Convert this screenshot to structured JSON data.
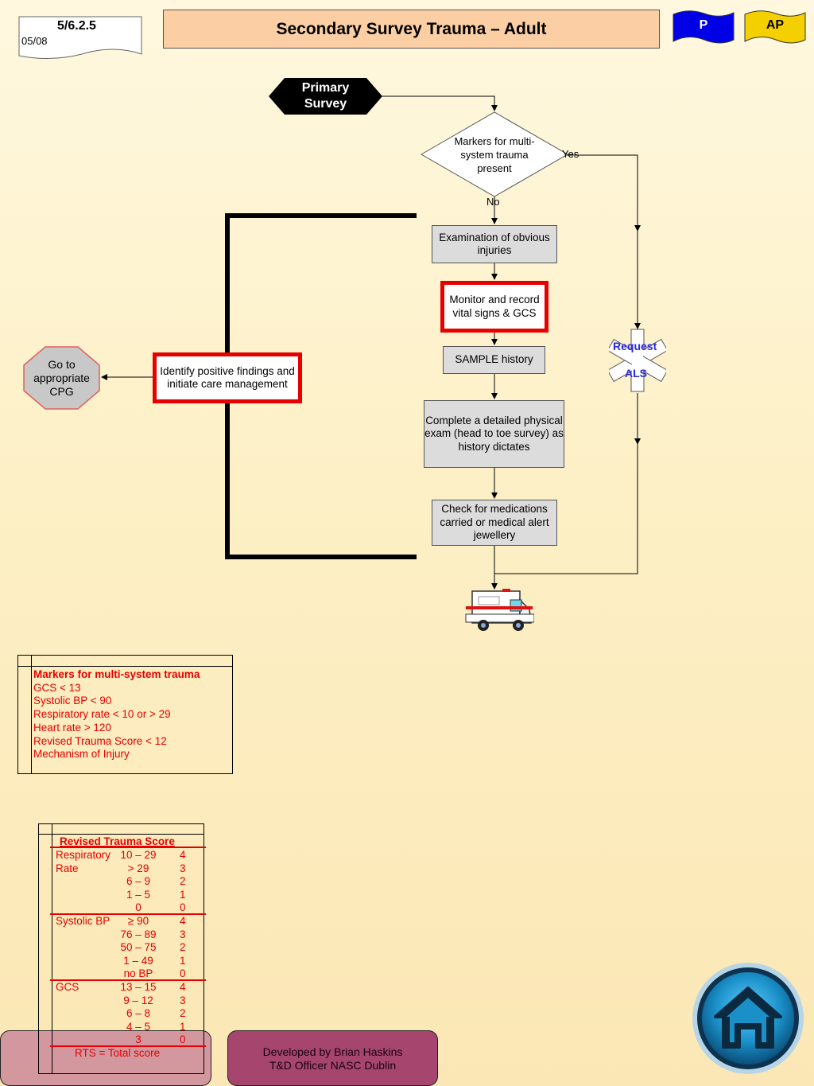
{
  "header": {
    "code": "5/6.2.5",
    "date": "05/08",
    "title": "Secondary Survey Trauma – Adult",
    "flag_p": "P",
    "flag_ap": "AP"
  },
  "colors": {
    "title_fill": "#fbcfa3",
    "flag_p": "#0000e6",
    "flag_ap": "#f5d000",
    "highlight_border": "#e60000",
    "process_fill": "#dcdcdc",
    "legend_text": "#e60000"
  },
  "flow": {
    "primary_survey": [
      "Primary",
      "Survey"
    ],
    "markers_decision": "Markers for multi-system trauma present",
    "yes": "Yes",
    "no": "No",
    "examination": "Examination of obvious injuries",
    "monitor": "Monitor and record vital signs & GCS",
    "sample": "SAMPLE history",
    "complete_exam": "Complete a detailed physical exam (head to toe survey) as history dictates",
    "check_meds": "Check for medications carried or medical alert jewellery",
    "identify": "Identify positive findings and initiate care management",
    "goto_cpg": "Go to appropriate CPG",
    "request": "Request",
    "als": "ALS"
  },
  "markers_legend": {
    "title": "Markers for multi-system trauma",
    "items": [
      "GCS < 13",
      "Systolic BP < 90",
      "Respiratory rate < 10 or > 29",
      "Heart rate > 120",
      "Revised Trauma Score < 12",
      "Mechanism of Injury"
    ]
  },
  "rts_table": {
    "title": "Revised Trauma Score",
    "rows": [
      {
        "label": "Respiratory",
        "range": "10 – 29",
        "score": "4"
      },
      {
        "label": "Rate",
        "range": "> 29",
        "score": "3"
      },
      {
        "label": "",
        "range": "6 – 9",
        "score": "2"
      },
      {
        "label": "",
        "range": "1 – 5",
        "score": "1"
      },
      {
        "label": "",
        "range": "0",
        "score": "0"
      },
      {
        "label": "Systolic BP",
        "range": "≥ 90",
        "score": "4"
      },
      {
        "label": "",
        "range": "76 – 89",
        "score": "3"
      },
      {
        "label": "",
        "range": "50 – 75",
        "score": "2"
      },
      {
        "label": "",
        "range": "1 – 49",
        "score": "1"
      },
      {
        "label": "",
        "range": "no BP",
        "score": "0"
      },
      {
        "label": "GCS",
        "range": "13 – 15",
        "score": "4"
      },
      {
        "label": "",
        "range": "9 – 12",
        "score": "3"
      },
      {
        "label": "",
        "range": "6 – 8",
        "score": "2"
      },
      {
        "label": "",
        "range": "4 – 5",
        "score": "1"
      },
      {
        "label": "",
        "range": "3",
        "score": "0"
      }
    ],
    "total": "RTS = Total score"
  },
  "footer": {
    "credit_line1": "Developed by Brian Haskins",
    "credit_line2": "T&D Officer NASC Dublin"
  },
  "icons": {
    "ambulance": "ambulance-icon",
    "star_of_life": "star-of-life-icon",
    "home": "home-icon"
  }
}
